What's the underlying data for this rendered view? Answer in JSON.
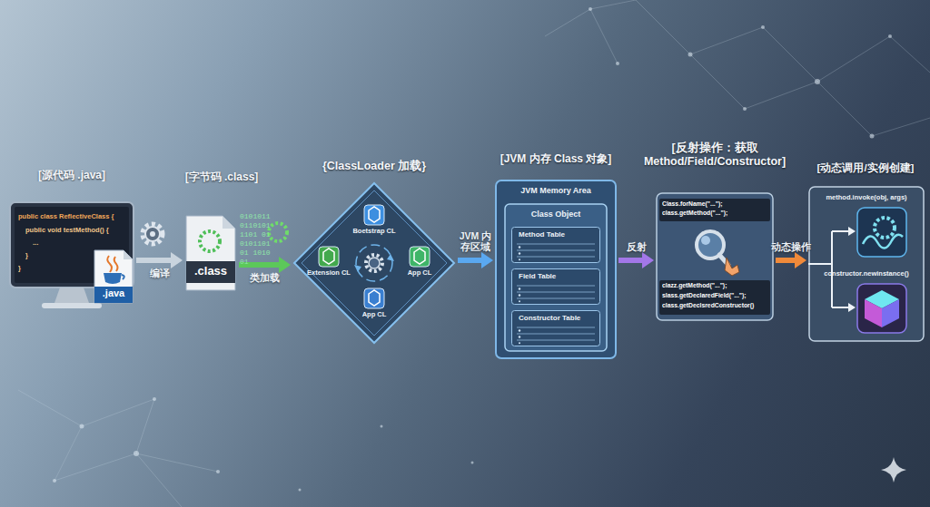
{
  "diagram": {
    "nodes": [
      {
        "text": [
          "[源代码 .java]",
          "public class ReflectiveClass {",
          "public void testMethod() {",
          "...",
          "}",
          "}"
        ]
      },
      {
        "text": [
          ".java"
        ],
        "in": 0
      },
      {
        "text": [
          "[字节码 .class]",
          "0101011 0110101 1101 01 0101101 01 1010 01",
          ".class"
        ]
      },
      {
        "text": [
          "{ClassLoader 加载}"
        ]
      },
      {
        "text": [
          "Boetstrap CL"
        ],
        "in": 3
      },
      {
        "text": [
          "Extension CL"
        ],
        "in": 3
      },
      {
        "text": [
          "App CL"
        ],
        "in": 3
      },
      {
        "text": [
          "App CL"
        ],
        "in": 3
      },
      {
        "text": [
          "[JVM 内存 Class 对象]",
          "JVM Memory Area"
        ]
      },
      {
        "text": [
          "Class Object"
        ],
        "in": 8
      },
      {
        "text": [
          "Method Table"
        ],
        "in": 9
      },
      {
        "text": [
          "Field Table"
        ],
        "in": 9
      },
      {
        "text": [
          "Constructor Table"
        ],
        "in": 9
      },
      {
        "text": [
          "[反射操作：获取 Method/Field/Constructor]",
          "Class.forName(\"...\");",
          "class.getMethod(\"...\");",
          "clazz.getMethod(\"...\");",
          "slass.getDeclaredField(\"...\");",
          "class.getDeclsredConstructor()"
        ]
      },
      {
        "text": [
          "[动态调用/实例创建]"
        ]
      },
      {
        "text": [
          "method.invoke(obj, args)"
        ],
        "in": 14
      },
      {
        "text": [
          "constructor.newinstance()"
        ],
        "in": 14
      }
    ],
    "edges": [
      {
        "from": 0,
        "to": 2,
        "label": "编译",
        "arrow": "to"
      },
      {
        "from": 2,
        "to": 3,
        "label": "类加载",
        "arrow": "to"
      },
      {
        "from": 3,
        "to": 8,
        "label": "JVM 内存区域",
        "arrow": "to"
      },
      {
        "from": 8,
        "to": 13,
        "label": "反射",
        "arrow": "to"
      },
      {
        "from": 13,
        "to": 14,
        "label": "动态操作",
        "arrow": "to"
      }
    ]
  }
}
